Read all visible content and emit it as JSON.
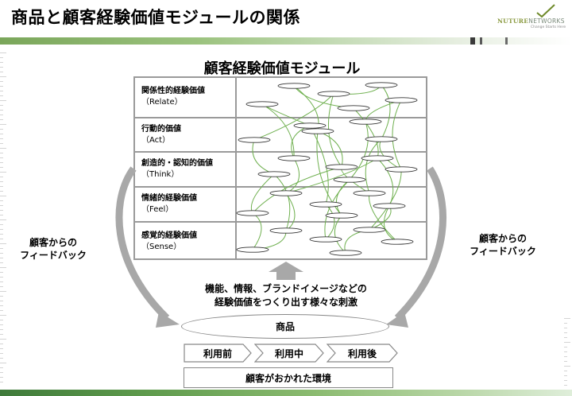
{
  "slide_title": "商品と顧客経験価値モジュールの関係",
  "logo": {
    "brand_main": "NUTURE",
    "brand_sub": "NETWORKS",
    "tagline": "Change Starts Here"
  },
  "diagram_title": "顧客経験価値モジュール",
  "modules": [
    {
      "name": "関係性的経験価値",
      "sub": "（Relate）"
    },
    {
      "name": "行動的価値",
      "sub": "（Act）"
    },
    {
      "name": "創造的・認知的価値",
      "sub": "（Think）"
    },
    {
      "name": "情緒的経験価値",
      "sub": "（Feel）"
    },
    {
      "name": "感覚的経験価値",
      "sub": "（Sense）"
    }
  ],
  "stimulus": {
    "line1": "機能、情報、ブランドイメージなどの",
    "line2": "経験価値をつくり出す様々な刺激"
  },
  "feedback_left": {
    "line1": "顧客からの",
    "line2": "フィードバック"
  },
  "feedback_right": {
    "line1": "顧客からの",
    "line2": "フィードバック"
  },
  "product": "商品",
  "phases": [
    "利用前",
    "利用中",
    "利用後"
  ],
  "environment": "顧客がおかれた環境",
  "colors": {
    "network_line": "#6fb04f",
    "frame": "#9a9a9a",
    "arrow": "#a8a8a8",
    "accent": "#7aa65a"
  }
}
